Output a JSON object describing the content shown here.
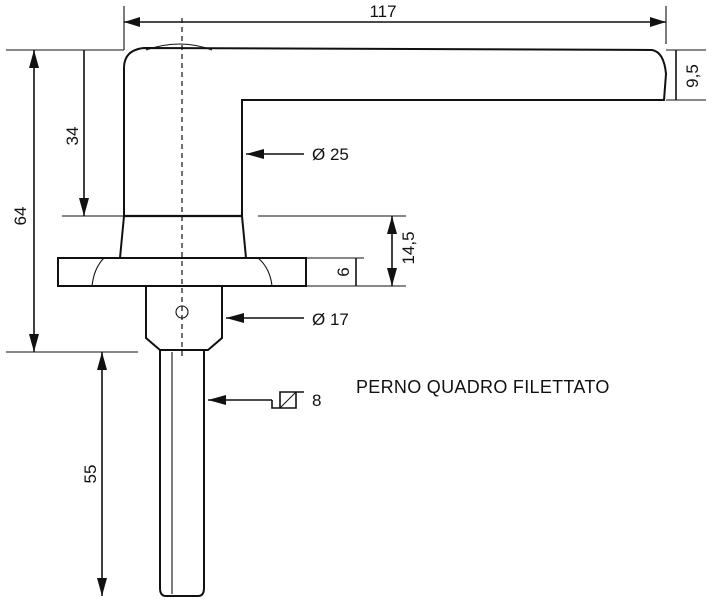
{
  "dimensions": {
    "lever_length": "117",
    "lever_thickness": "9,5",
    "lever_height": "34",
    "total_height": "64",
    "neck_diameter": "Ø 25",
    "rosette_height": "14,5",
    "rosette_thickness": "6",
    "base_diameter": "Ø 17",
    "spindle_length": "55",
    "spindle_square": "8"
  },
  "note": "PERNO QUADRO FILETTATO"
}
